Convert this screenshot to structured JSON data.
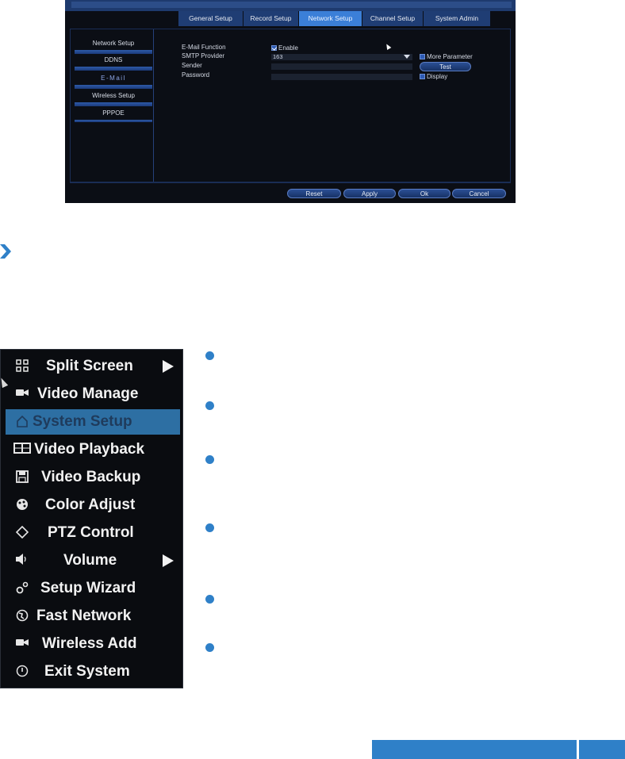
{
  "dvr": {
    "tabs": [
      {
        "label": "General Setup",
        "active": false
      },
      {
        "label": "Record Setup",
        "active": false
      },
      {
        "label": "Network Setup",
        "active": true
      },
      {
        "label": "Channel Setup",
        "active": false
      },
      {
        "label": "System Admin",
        "active": false
      }
    ],
    "sidebar": [
      {
        "label": "Network Setup",
        "selected": false
      },
      {
        "label": "DDNS",
        "selected": false
      },
      {
        "label": "E-Mail",
        "selected": true
      },
      {
        "label": "Wireless Setup",
        "selected": false
      },
      {
        "label": "PPPOE",
        "selected": false
      }
    ],
    "form": {
      "email_function_label": "E-Mail Function",
      "enable_label": "Enable",
      "enable_checked": true,
      "smtp_provider_label": "SMTP Provider",
      "smtp_provider_value": "163",
      "more_parameter_label": "More Parameter",
      "sender_label": "Sender",
      "sender_value": "",
      "test_label": "Test",
      "password_label": "Password",
      "password_value": "",
      "display_label": "Display"
    },
    "buttons": {
      "reset": "Reset",
      "apply": "Apply",
      "ok": "Ok",
      "cancel": "Cancel"
    }
  },
  "menu": {
    "items": [
      {
        "label": "Split Screen",
        "icon": "grid-icon",
        "submenu": true,
        "active": false
      },
      {
        "label": "Video Manage",
        "icon": "camera-icon",
        "submenu": false,
        "active": false
      },
      {
        "label": "System Setup",
        "icon": "home-icon",
        "submenu": false,
        "active": true
      },
      {
        "label": "Video Playback",
        "icon": "playback-icon",
        "submenu": false,
        "active": false
      },
      {
        "label": "Video Backup",
        "icon": "floppy-icon",
        "submenu": false,
        "active": false
      },
      {
        "label": "Color Adjust",
        "icon": "palette-icon",
        "submenu": false,
        "active": false
      },
      {
        "label": "PTZ Control",
        "icon": "diamond-icon",
        "submenu": false,
        "active": false
      },
      {
        "label": "Volume",
        "icon": "speaker-icon",
        "submenu": true,
        "active": false
      },
      {
        "label": "Setup Wizard",
        "icon": "wizard-icon",
        "submenu": false,
        "active": false
      },
      {
        "label": "Fast Network",
        "icon": "globe-icon",
        "submenu": false,
        "active": false
      },
      {
        "label": "Wireless Add",
        "icon": "camera-icon",
        "submenu": false,
        "active": false
      },
      {
        "label": "Exit System",
        "icon": "power-icon",
        "submenu": false,
        "active": false
      }
    ]
  },
  "colors": {
    "accent_blue": "#2f80c8",
    "dvr_tab": "#1f3d74",
    "dvr_tab_active": "#3b7fd8",
    "menu_highlight": "#2d6fa3"
  }
}
